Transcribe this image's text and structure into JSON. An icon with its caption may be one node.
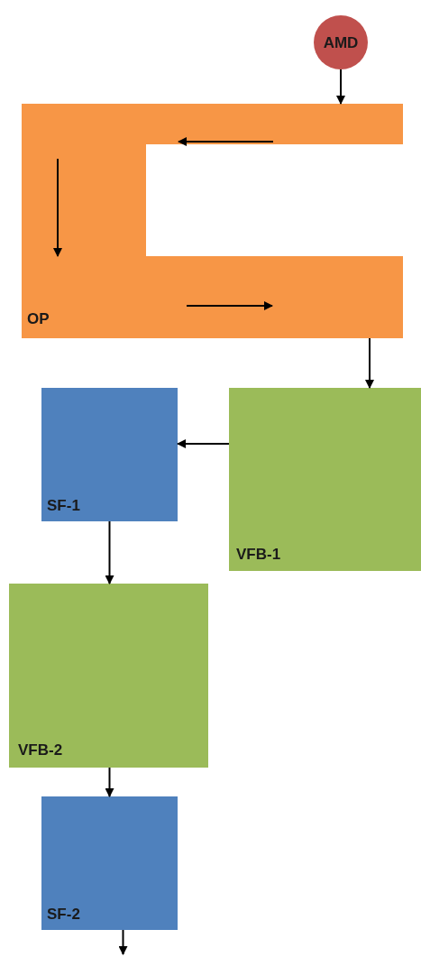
{
  "diagram": {
    "nodes": [
      {
        "text": [
          "AMD"
        ]
      },
      {
        "text": [
          "OP"
        ]
      },
      {
        "text": [
          "SF-1"
        ]
      },
      {
        "text": [
          "VFB-1"
        ]
      },
      {
        "text": [
          "VFB-2"
        ]
      },
      {
        "text": [
          "SF-2"
        ]
      }
    ],
    "edges": [
      {
        "from": 0,
        "to": 1,
        "arrow": "to"
      },
      {
        "from": 1,
        "to": 3,
        "arrow": "to"
      },
      {
        "from": 3,
        "to": 2,
        "arrow": "to"
      },
      {
        "from": 2,
        "to": 4,
        "arrow": "to"
      },
      {
        "from": 4,
        "to": 5,
        "arrow": "to"
      },
      {
        "from": 5,
        "to": null,
        "arrow": "to"
      }
    ]
  }
}
